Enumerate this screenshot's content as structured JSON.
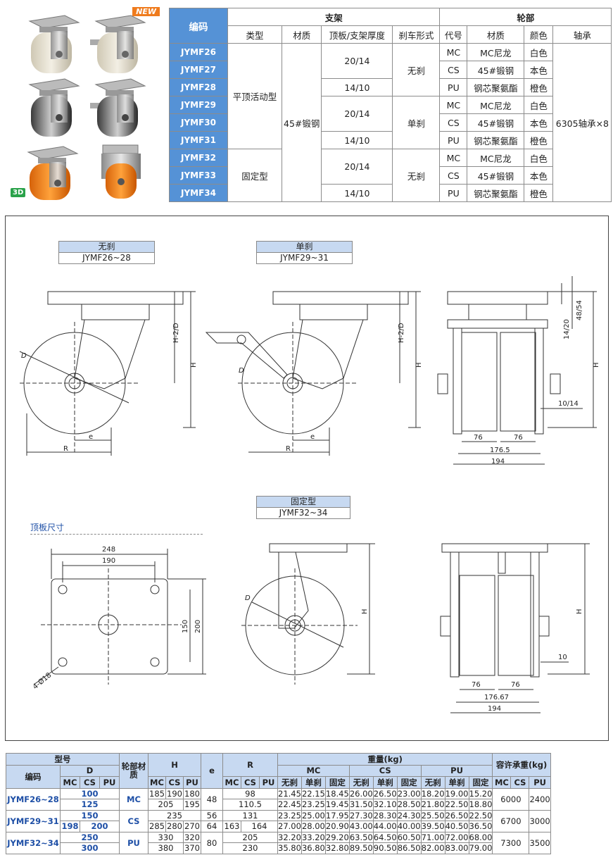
{
  "badges": {
    "new": "NEW",
    "three_d": "3D"
  },
  "spec": {
    "h_code": "编码",
    "h_bracket": "支架",
    "h_wheel": "轮部",
    "h_type": "类型",
    "h_material": "材质",
    "h_thick": "顶板/支架厚度",
    "h_brake": "刹车形式",
    "h_wcode": "代号",
    "h_wmat": "材质",
    "h_color": "颜色",
    "h_bearing": "轴承",
    "codes": [
      "JYMF26",
      "JYMF27",
      "JYMF28",
      "JYMF29",
      "JYMF30",
      "JYMF31",
      "JYMF32",
      "JYMF33",
      "JYMF34"
    ],
    "type_swivel": "平顶活动型",
    "type_fixed": "固定型",
    "material": "45#锻钢",
    "thick_a": "20/14",
    "thick_b": "14/10",
    "brake_none": "无刹",
    "brake_single": "单刹",
    "wheel": [
      [
        "MC",
        "MC尼龙",
        "白色"
      ],
      [
        "CS",
        "45#锻钢",
        "本色"
      ],
      [
        "PU",
        "钢芯聚氨酯",
        "橙色"
      ]
    ],
    "bearing": "6305轴承×8"
  },
  "drawing": {
    "tag1_top": "无刹",
    "tag1_bot": "JYMF26~28",
    "tag2_top": "单刹",
    "tag2_bot": "JYMF29~31",
    "tag3_top": "固定型",
    "tag3_bot": "JYMF32~34",
    "plate_title": "顶板尺寸",
    "d": "D",
    "h": "H",
    "h2d": "H-2/D",
    "e": "e",
    "r": "R",
    "d_48_54": "48/54",
    "d_14_20": "14/20",
    "d_10_14": "10/14",
    "d_10": "10",
    "d_76": "76",
    "d_176_5": "176.5",
    "d_176_67": "176.67",
    "d_194": "194",
    "d_248": "248",
    "d_190": "190",
    "d_150": "150",
    "d_200": "200",
    "d_holes": "4-Ø18"
  },
  "load": {
    "h_model": "型号",
    "h_code": "编码",
    "h_D": "D",
    "h_wmat": "轮部材质",
    "h_H": "H",
    "h_e": "e",
    "h_R": "R",
    "h_weight": "重量(kg)",
    "h_load": "容许承重(kg)",
    "mc": "MC",
    "cs": "CS",
    "pu": "PU",
    "b_none": "无刹",
    "b_single": "单刹",
    "b_fixed": "固定",
    "rows": [
      {
        "code": "JYMF26~28",
        "mat": "MC",
        "d": "100",
        "h": [
          "185",
          "190",
          "180"
        ],
        "e": "48",
        "r": "98",
        "w": [
          "21.45",
          "22.15",
          "18.45",
          "26.00",
          "26.50",
          "23.00",
          "18.20",
          "19.00",
          "15.20"
        ],
        "load_mc": "6000",
        "load_cs": "2400"
      },
      {
        "d": "125",
        "h2": "205",
        "h_pu": "195",
        "r": "110.5",
        "w": [
          "22.45",
          "23.25",
          "19.45",
          "31.50",
          "32.10",
          "28.50",
          "21.80",
          "22.50",
          "18.80"
        ]
      },
      {
        "code": "JYMF29~31",
        "mat": "CS",
        "d": "150",
        "h": "235",
        "e": "56",
        "r": "131",
        "w": [
          "23.25",
          "25.00",
          "17.95",
          "27.30",
          "28.30",
          "24.30",
          "25.50",
          "26.50",
          "22.50"
        ],
        "load_mc": "6700",
        "load_cs": "3000"
      },
      {
        "d_mc": "198",
        "d": "200",
        "h": [
          "285",
          "280",
          "270"
        ],
        "e": "64",
        "r_mc": "163",
        "r": "164",
        "w": [
          "27.00",
          "28.00",
          "20.90",
          "43.00",
          "44.00",
          "40.00",
          "39.50",
          "40.50",
          "36.50"
        ]
      },
      {
        "code": "JYMF32~34",
        "mat": "PU",
        "d": "250",
        "h": "330",
        "h_pu": "320",
        "e": "80",
        "r": "205",
        "w": [
          "32.20",
          "33.20",
          "29.20",
          "63.50",
          "64.50",
          "60.50",
          "71.00",
          "72.00",
          "68.00"
        ],
        "load_mc": "7300",
        "load_cs": "3500"
      },
      {
        "d": "300",
        "h": "380",
        "h_pu": "370",
        "r": "230",
        "w": [
          "35.80",
          "36.80",
          "32.80",
          "89.50",
          "90.50",
          "86.50",
          "82.00",
          "83.00",
          "79.00"
        ]
      }
    ]
  }
}
